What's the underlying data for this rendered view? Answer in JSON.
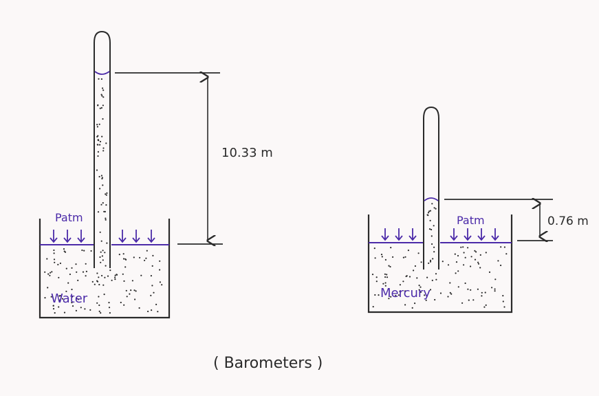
{
  "caption": "( Barometers )",
  "water_barometer": {
    "fluid_label": "Water",
    "pressure_label": "Patm",
    "height_label": "10.33 m"
  },
  "mercury_barometer": {
    "fluid_label": "Mercury",
    "pressure_label": "Patm",
    "height_label": "0.76 m"
  },
  "colors": {
    "ink": "#2a2a2a",
    "accent": "#4b2aa8",
    "paper": "#fbf8f8"
  }
}
